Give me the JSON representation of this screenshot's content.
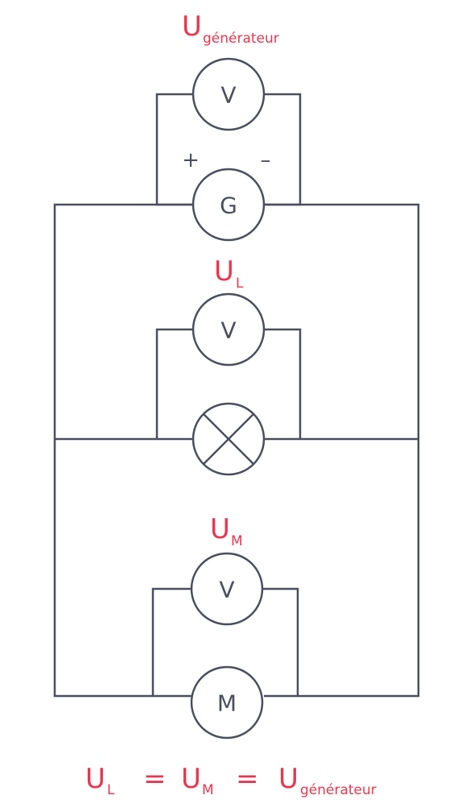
{
  "colors": {
    "wire": "#4a4e5e",
    "label": "#e8364f",
    "background": "#ffffff"
  },
  "labels": {
    "u_generator": {
      "main": "U",
      "sub": "générateur"
    },
    "u_lamp": {
      "main": "U",
      "sub": "L"
    },
    "u_motor": {
      "main": "U",
      "sub": "M"
    }
  },
  "components": {
    "voltmeter_generator": "V",
    "generator": "G",
    "voltmeter_lamp": "V",
    "voltmeter_motor": "V",
    "motor": "M"
  },
  "icons": {
    "lamp": "lamp-cross-icon"
  },
  "generator_polarity": {
    "positive": "+",
    "negative": "–"
  },
  "equation": {
    "term1_main": "U",
    "term1_sub": "L",
    "eq1": "=",
    "term2_main": "U",
    "term2_sub": "M",
    "eq2": "=",
    "term3_main": "U",
    "term3_sub": "générateur"
  }
}
